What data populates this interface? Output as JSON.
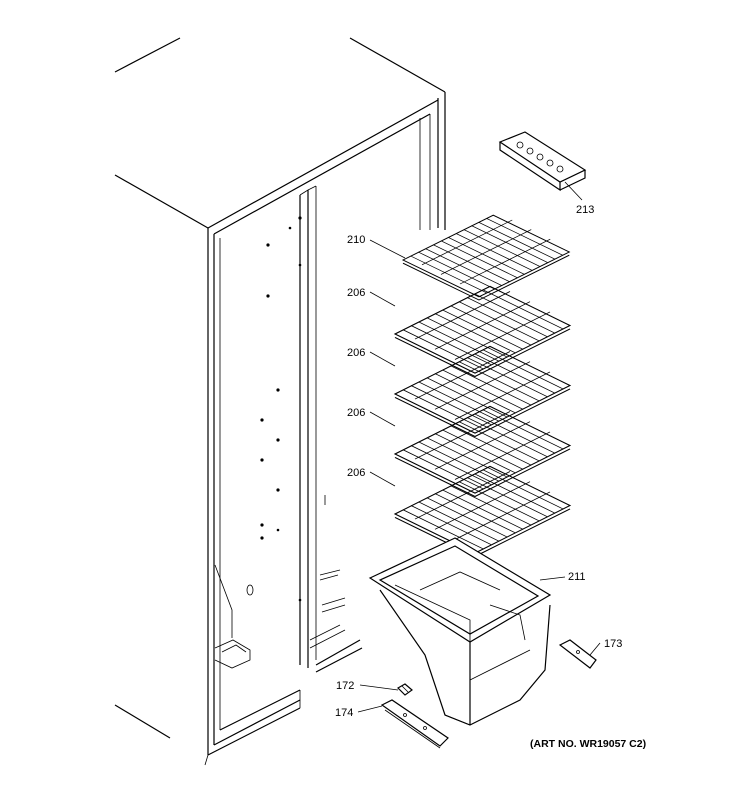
{
  "callouts": [
    {
      "id": "c213",
      "label": "213"
    },
    {
      "id": "c210",
      "label": "210"
    },
    {
      "id": "c206a",
      "label": "206"
    },
    {
      "id": "c206b",
      "label": "206"
    },
    {
      "id": "c206c",
      "label": "206"
    },
    {
      "id": "c206d",
      "label": "206"
    },
    {
      "id": "c211",
      "label": "211"
    },
    {
      "id": "c173",
      "label": "173"
    },
    {
      "id": "c172",
      "label": "172"
    },
    {
      "id": "c174",
      "label": "174"
    }
  ],
  "art_number": "(ART NO. WR19057 C2)"
}
